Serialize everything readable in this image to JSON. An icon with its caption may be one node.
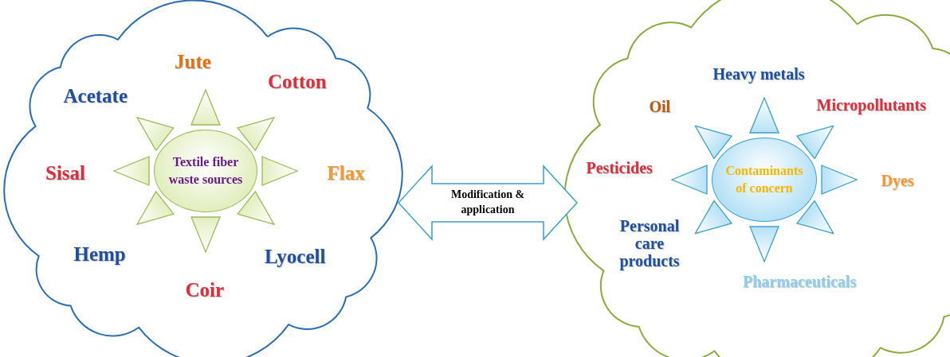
{
  "diagram": {
    "nodes": [
      {
        "text": [],
        "shape": "cloud"
      },
      {
        "text": [
          "Textile fiber waste sources"
        ],
        "in": 0
      },
      {
        "text": [
          "Jute"
        ],
        "in": 0
      },
      {
        "text": [
          "Cotton"
        ],
        "in": 0
      },
      {
        "text": [
          "Acetate"
        ],
        "in": 0
      },
      {
        "text": [
          "Sisal"
        ],
        "in": 0
      },
      {
        "text": [
          "Flax"
        ],
        "in": 0
      },
      {
        "text": [
          "Hemp"
        ],
        "in": 0
      },
      {
        "text": [
          "Lyocell"
        ],
        "in": 0
      },
      {
        "text": [
          "Coir"
        ],
        "in": 0
      },
      {
        "text": [],
        "shape": "cloud"
      },
      {
        "text": [
          "Contaminants of concern"
        ],
        "in": 10
      },
      {
        "text": [
          "Heavy metals"
        ],
        "in": 10
      },
      {
        "text": [
          "Oil"
        ],
        "in": 10
      },
      {
        "text": [
          "Micropollutants"
        ],
        "in": 10
      },
      {
        "text": [
          "Pesticides"
        ],
        "in": 10
      },
      {
        "text": [
          "Dyes"
        ],
        "in": 10
      },
      {
        "text": [
          "Personal care products"
        ],
        "in": 10
      },
      {
        "text": [
          "Pharmaceuticals"
        ],
        "in": 10
      }
    ],
    "edges": [
      {
        "from": 1,
        "to": 2,
        "arrow": "to"
      },
      {
        "from": 1,
        "to": 3,
        "arrow": "to"
      },
      {
        "from": 1,
        "to": 4,
        "arrow": "to"
      },
      {
        "from": 1,
        "to": 5,
        "arrow": "to"
      },
      {
        "from": 1,
        "to": 6,
        "arrow": "to"
      },
      {
        "from": 1,
        "to": 7,
        "arrow": "to"
      },
      {
        "from": 1,
        "to": 8,
        "arrow": "to"
      },
      {
        "from": 1,
        "to": 9,
        "arrow": "to"
      },
      {
        "from": 11,
        "to": 12,
        "arrow": "to",
        "color": "#3a9fd0"
      },
      {
        "from": 11,
        "to": 13,
        "arrow": "to",
        "color": "#3a9fd0"
      },
      {
        "from": 11,
        "to": 14,
        "arrow": "to",
        "color": "#3a9fd0"
      },
      {
        "from": 11,
        "to": 15,
        "arrow": "to",
        "color": "#3a9fd0"
      },
      {
        "from": 11,
        "to": 16,
        "arrow": "to",
        "color": "#3a9fd0"
      },
      {
        "from": 11,
        "to": 17,
        "arrow": "to",
        "color": "#3a9fd0"
      },
      {
        "from": 11,
        "to": 18,
        "arrow": "to",
        "color": "#3a9fd0"
      },
      {
        "from": 11,
        "to": null,
        "arrow": "to",
        "color": "#3a9fd0"
      },
      {
        "from": 0,
        "to": 10,
        "arrow": "both",
        "label": "Modification & application"
      }
    ]
  }
}
